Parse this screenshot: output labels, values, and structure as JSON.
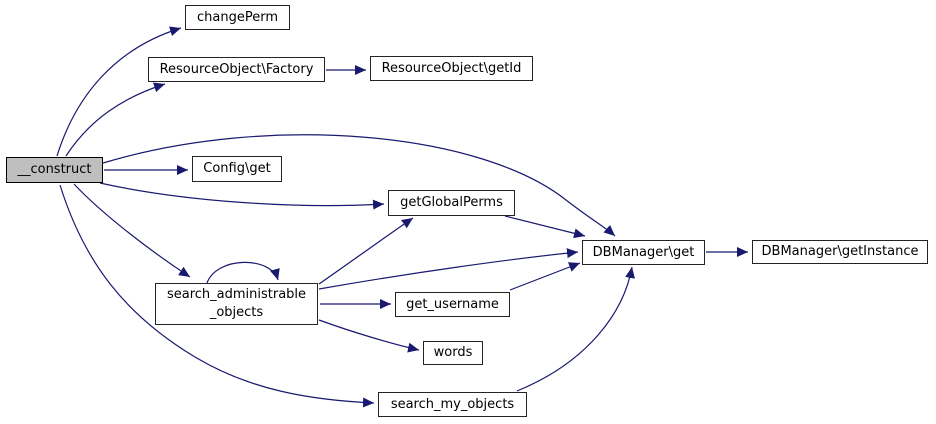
{
  "colors": {
    "edge": "#191970",
    "node_border": "#242424",
    "node_bg": "#ffffff",
    "highlight_bg": "#bfbfbf",
    "text": "#000000",
    "background": "#ffffff"
  },
  "nodes": {
    "construct": {
      "label": "__construct",
      "highlighted": true
    },
    "change_perm": {
      "label": "changePerm"
    },
    "resource_factory": {
      "label": "ResourceObject\\Factory"
    },
    "resource_get_id": {
      "label": "ResourceObject\\getId"
    },
    "config_get": {
      "label": "Config\\get"
    },
    "get_global_perms": {
      "label": "getGlobalPerms"
    },
    "search_administrable_objects": {
      "label": "search_administrable\n_objects"
    },
    "get_username": {
      "label": "get_username"
    },
    "words": {
      "label": "words"
    },
    "search_my_objects": {
      "label": "search_my_objects"
    },
    "db_get": {
      "label": "DBManager\\get"
    },
    "db_get_instance": {
      "label": "DBManager\\getInstance"
    }
  }
}
